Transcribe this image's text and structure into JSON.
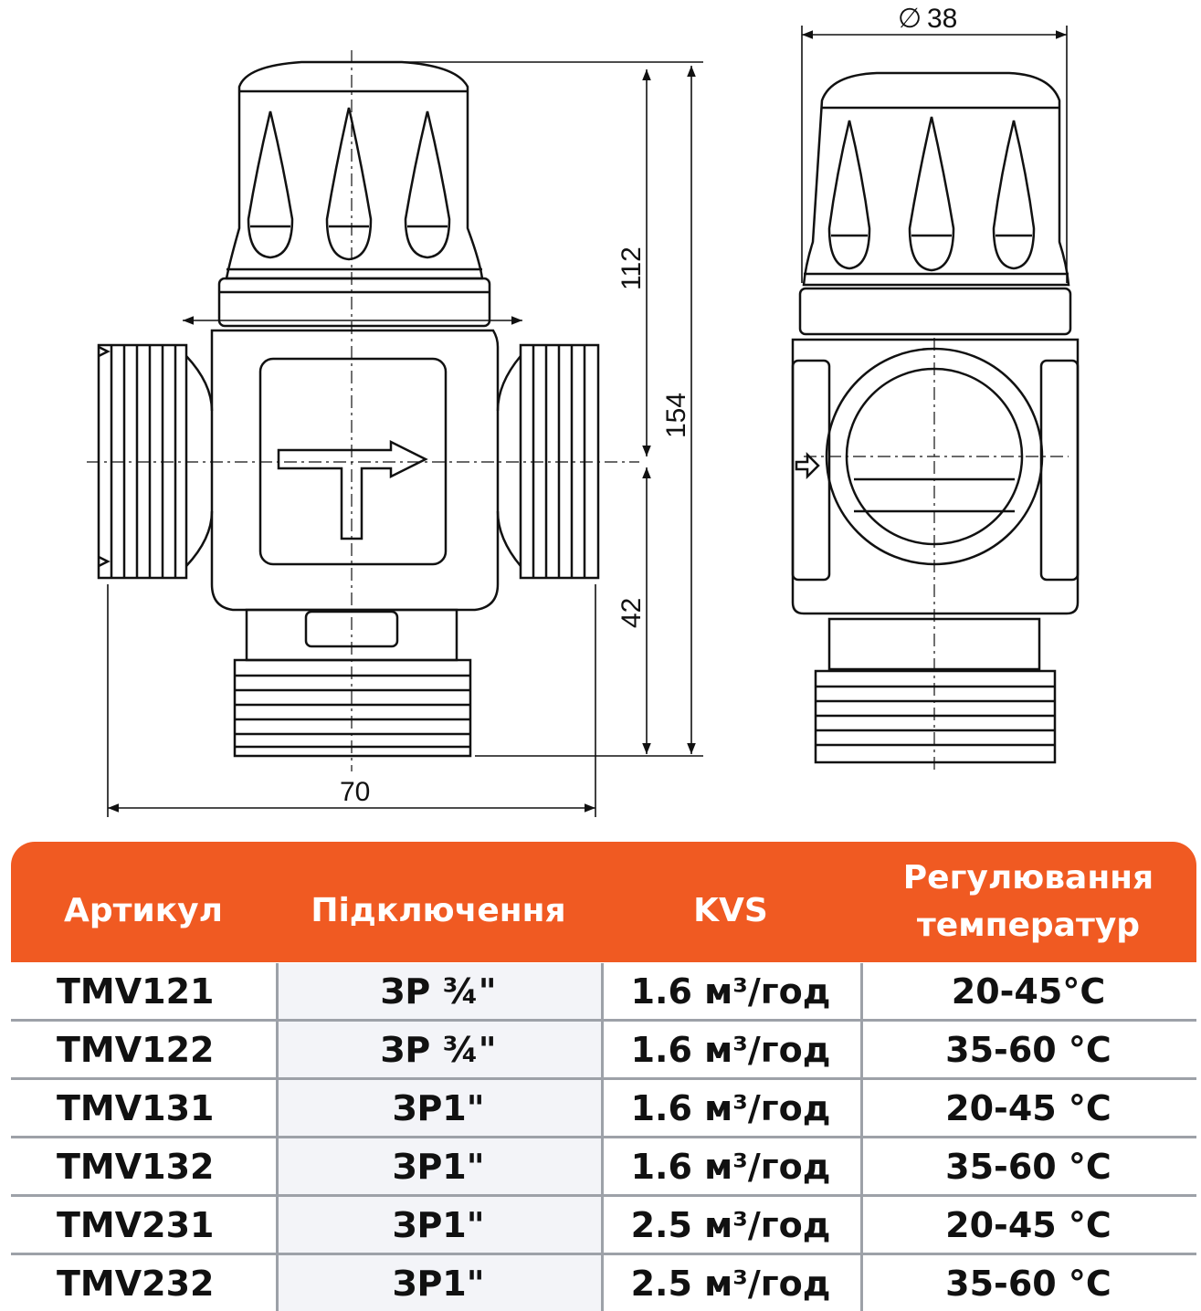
{
  "drawing": {
    "dimensions": {
      "overall_width": "70",
      "diameter": "38",
      "diameter_symbol": "∅",
      "height_to_axis": "112",
      "total_height": "154",
      "bottom_height": "42"
    }
  },
  "table": {
    "header_color": "#f05a22",
    "headers": {
      "article": "Артикул",
      "connection": "Підключення",
      "kvs": "KVS",
      "temp_line1": "Регулювання",
      "temp_line2": "температур"
    },
    "rows": [
      {
        "article": "TMV121",
        "connection": "ЗР ¾\"",
        "kvs": "1.6 м³/год",
        "temp": "20-45°C"
      },
      {
        "article": "TMV122",
        "connection": "ЗР ¾\"",
        "kvs": "1.6 м³/год",
        "temp": "35-60 °C"
      },
      {
        "article": "TMV131",
        "connection": "ЗР1\"",
        "kvs": "1.6 м³/год",
        "temp": "20-45 °C"
      },
      {
        "article": "TMV132",
        "connection": "ЗР1\"",
        "kvs": "1.6 м³/год",
        "temp": "35-60 °C"
      },
      {
        "article": "TMV231",
        "connection": "ЗР1\"",
        "kvs": "2.5 м³/год",
        "temp": "20-45 °C"
      },
      {
        "article": "TMV232",
        "connection": "ЗР1\"",
        "kvs": "2.5 м³/год",
        "temp": "35-60 °C"
      }
    ]
  }
}
